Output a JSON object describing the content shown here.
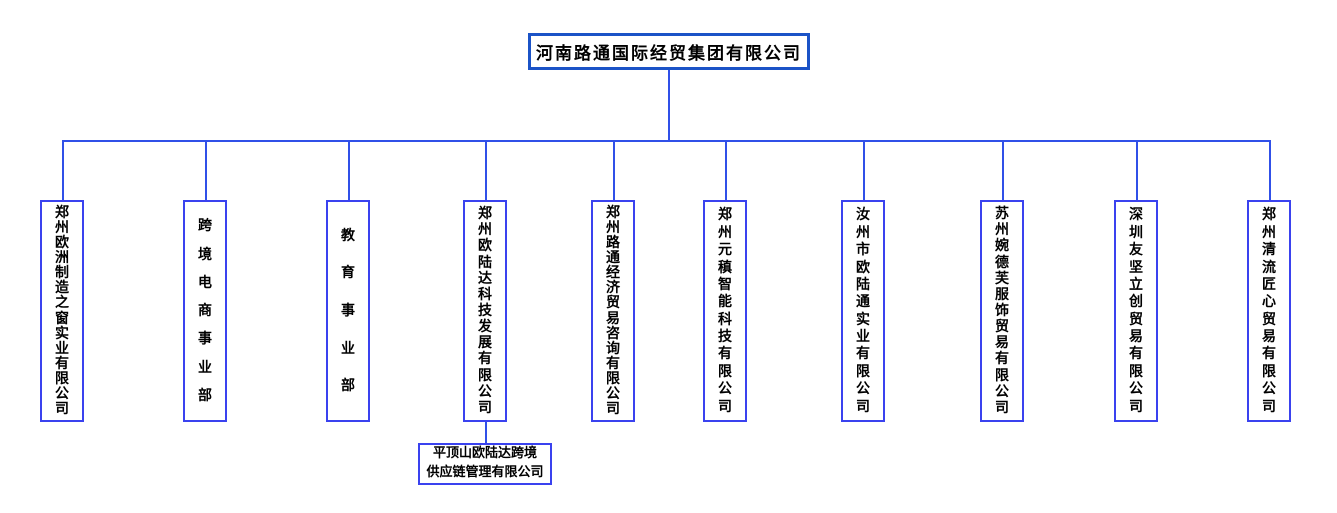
{
  "org_chart": {
    "root_label": "河南路通国际经贸集团有限公司",
    "children": [
      {
        "label": "郑州欧洲制造之窗实业有限公司"
      },
      {
        "label": "跨境电商事业部"
      },
      {
        "label": "教育事业部"
      },
      {
        "label": "郑州欧陆达科技发展有限公司"
      },
      {
        "label": "郑州路通经济贸易咨询有限公司"
      },
      {
        "label": "郑州元稹智能科技有限公司"
      },
      {
        "label": "汝州市欧陆通实业有限公司"
      },
      {
        "label": "苏州婉德芙服饰贸易有限公司"
      },
      {
        "label": "深圳友坚立创贸易有限公司"
      },
      {
        "label": "郑州清流匠心贸易有限公司"
      }
    ],
    "subchild": {
      "label": "平顶山欧陆达跨境\n供应链管理有限公司",
      "parent_index": 3
    },
    "colors": {
      "line": "#3050e8",
      "root_border": "#1b53c7",
      "child_border": "#3a42ef",
      "text": "#000000"
    }
  }
}
